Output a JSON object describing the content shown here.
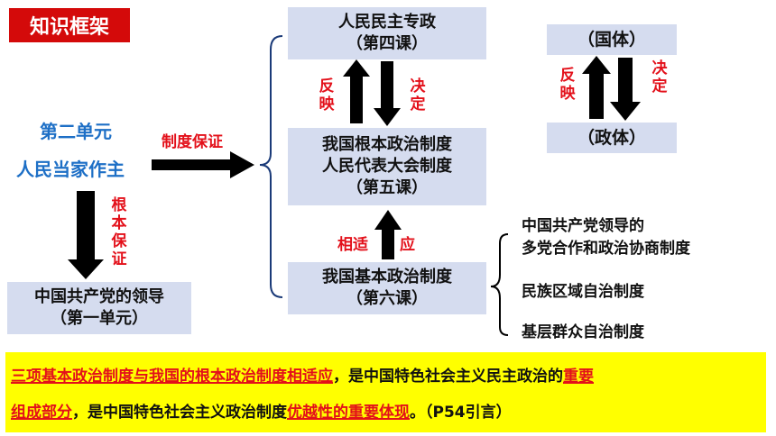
{
  "title": "知识框架",
  "left": {
    "unit": "第二单元",
    "theme": "人民当家作主",
    "arrow_to_right_label": "制度保证",
    "down_label": "根本保证",
    "bottom_box": {
      "line1": "中国共产党的领导",
      "line2": "（第一单元）"
    }
  },
  "center": {
    "top_box": {
      "line1": "人民民主专政",
      "line2": "（第四课）"
    },
    "mid_box": {
      "line1": "我国根本政治制度",
      "line2": "人民代表大会制度",
      "line3": "（第五课）"
    },
    "bottom_box": {
      "line1": "我国基本政治制度",
      "line2": "（第六课）"
    },
    "up_label": "反映",
    "down_label": "决定",
    "adapt_left": "相适",
    "adapt_right": "应"
  },
  "right_top": {
    "top_box": "（国体）",
    "bottom_box": "（政体）",
    "up_label": "反映",
    "down_label": "决定"
  },
  "right_list": [
    "中国共产党领导的",
    "多党合作和政治协商制度",
    "民族区域自治制度",
    "基层群众自治制度"
  ],
  "summary": {
    "line1": [
      {
        "text": "三项基本政治制度与我国的根本政治制度相适应",
        "style": "u"
      },
      {
        "text": "，是中国特色社会主义民主政治的",
        "style": "n"
      },
      {
        "text": "重要",
        "style": "u"
      }
    ],
    "line2": [
      {
        "text": "组成部分",
        "style": "u"
      },
      {
        "text": "，是中国特色社会主义政治制度",
        "style": "n"
      },
      {
        "text": "优越性的重要体现",
        "style": "u"
      },
      {
        "text": "。（P54引言）",
        "style": "n"
      }
    ]
  },
  "colors": {
    "accent_red": "#e3101a",
    "box_bg": "#d5dcef",
    "highlight": "#ffff00",
    "blue": "#1d6fc6"
  }
}
